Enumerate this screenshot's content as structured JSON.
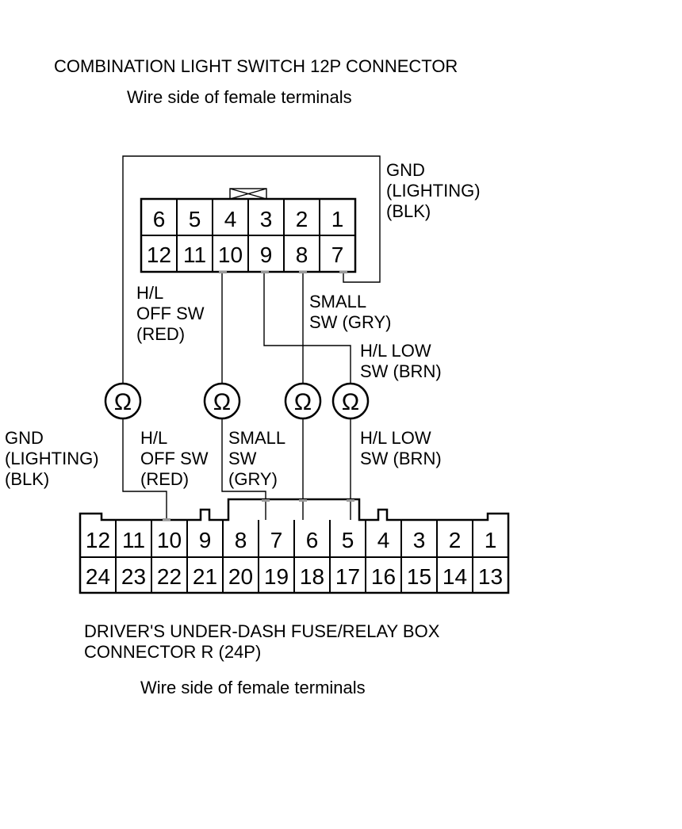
{
  "top_connector": {
    "title": "COMBINATION LIGHT SWITCH 12P CONNECTOR",
    "subtitle": "Wire side of female terminals",
    "row1": [
      "6",
      "5",
      "4",
      "3",
      "2",
      "1"
    ],
    "row2": [
      "12",
      "11",
      "10",
      "9",
      "8",
      "7"
    ]
  },
  "bottom_connector": {
    "title_line1": "DRIVER'S UNDER-DASH FUSE/RELAY BOX",
    "title_line2": "CONNECTOR R (24P)",
    "subtitle": "Wire side of female terminals",
    "row1": [
      "12",
      "11",
      "10",
      "9",
      "8",
      "7",
      "6",
      "5",
      "4",
      "3",
      "2",
      "1"
    ],
    "row2": [
      "24",
      "23",
      "22",
      "21",
      "20",
      "19",
      "18",
      "17",
      "16",
      "15",
      "14",
      "13"
    ]
  },
  "meter_symbol": "Ω",
  "labels": {
    "gnd_top": [
      "GND",
      "(LIGHTING)",
      "(BLK)"
    ],
    "hl_off_top": [
      "H/L",
      "OFF SW",
      "(RED)"
    ],
    "small_top": [
      "SMALL",
      "SW (GRY)"
    ],
    "hl_low_top": [
      "H/L LOW",
      "SW (BRN)"
    ],
    "gnd_bottom": [
      "GND",
      "(LIGHTING)",
      "(BLK)"
    ],
    "hl_off_bottom": [
      "H/L",
      "OFF SW",
      "(RED)"
    ],
    "small_bottom": [
      "SMALL",
      "SW",
      "(GRY)"
    ],
    "hl_low_bottom": [
      "H/L LOW",
      "SW (BRN)"
    ]
  }
}
